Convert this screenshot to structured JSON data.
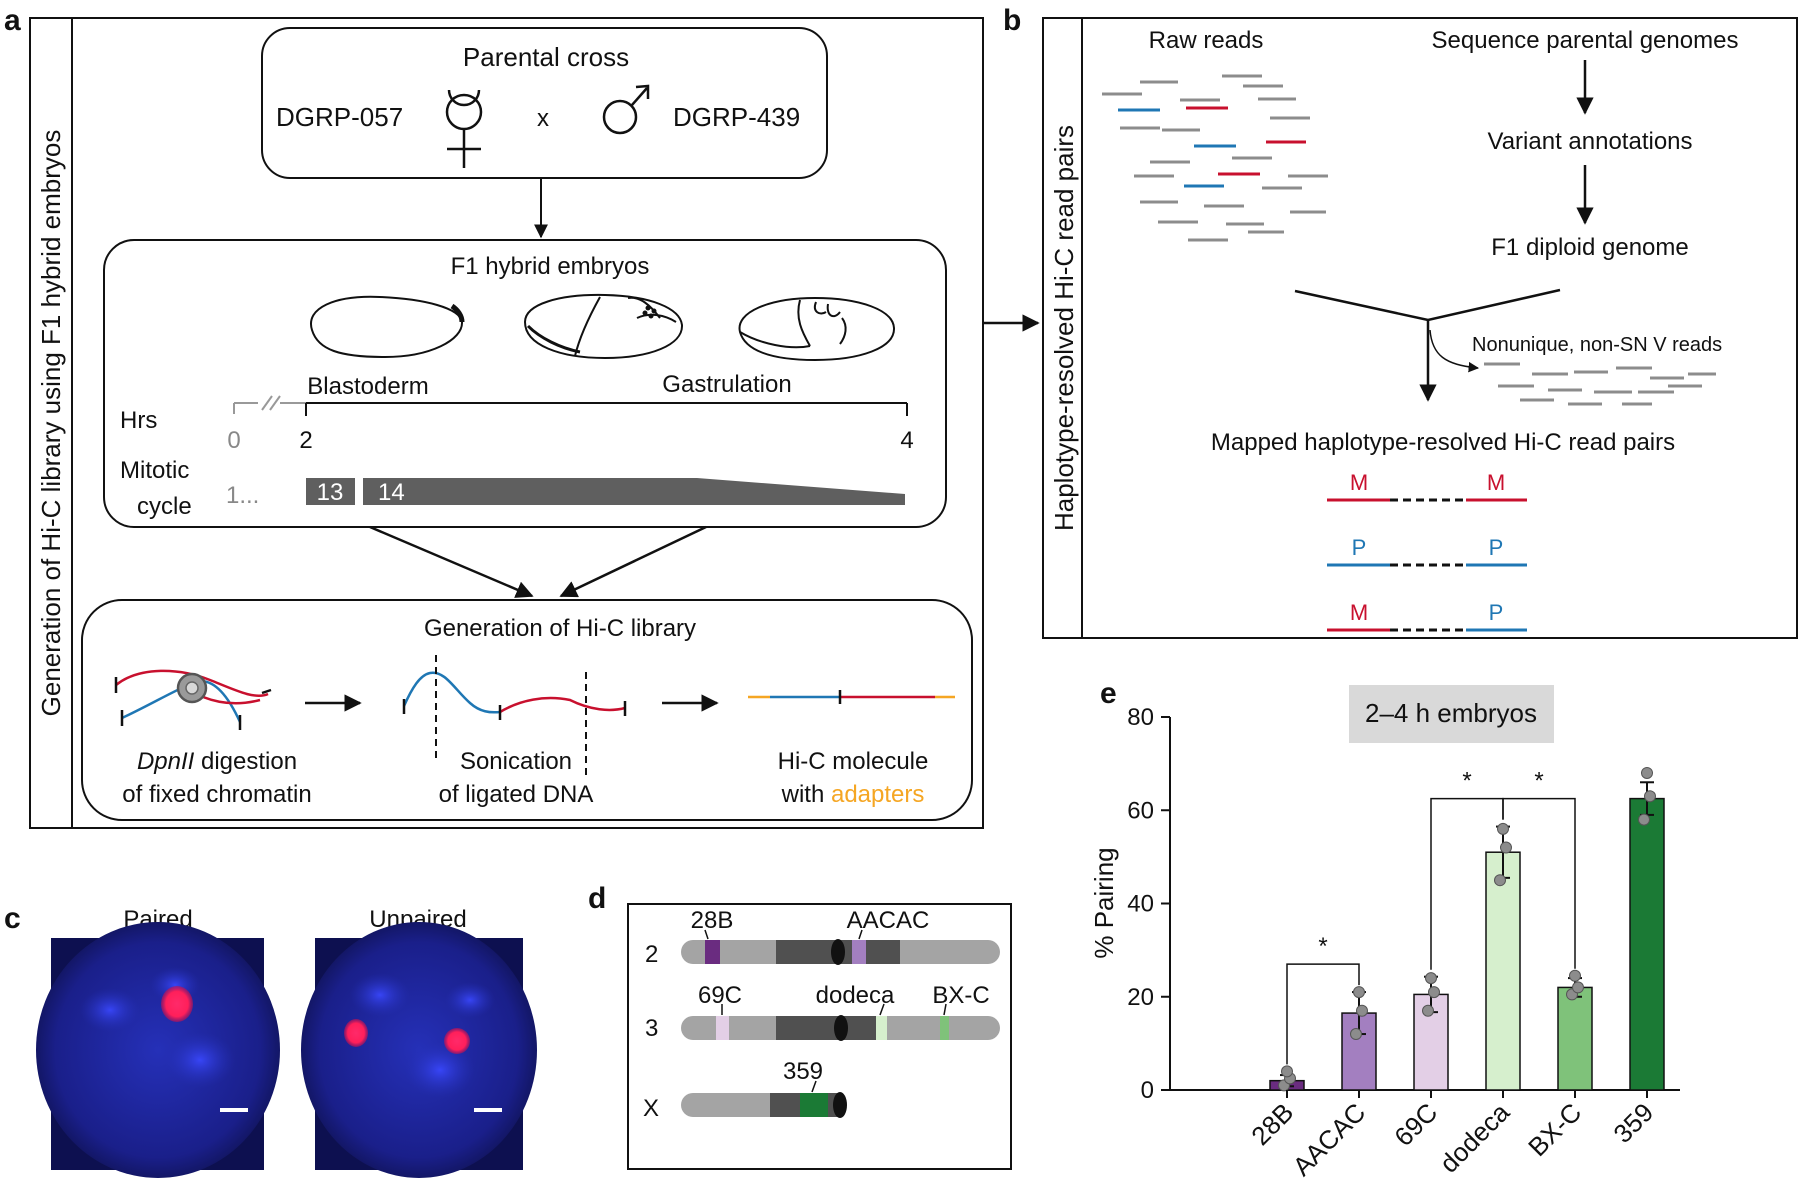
{
  "panels": {
    "a": {
      "letter": "a",
      "side_label": "Generation of Hi-C library using F1 hybrid embryos",
      "cross": {
        "title": "Parental cross",
        "female_strain": "DGRP-057",
        "times_sign": "x",
        "male_strain": "DGRP-439",
        "female_symbol": "☿",
        "male_symbol": "♂"
      },
      "embryos": {
        "title": "F1 hybrid embryos",
        "stage_blastoderm": "Blastoderm",
        "stage_gastrulation": "Gastrulation",
        "hrs_label": "Hrs",
        "tick_0": "0",
        "tick_2": "2",
        "tick_4": "4",
        "mitotic_label_1": "Mitotic",
        "mitotic_label_2": "cycle",
        "cycle_prefix": "1...",
        "cycle_13": "13",
        "cycle_14": "14"
      },
      "library": {
        "title": "Generation of Hi-C library",
        "step1_italic": "DpnII",
        "step1_rest": " digestion",
        "step1_line2": "of fixed chromatin",
        "step2_line1": "Sonication",
        "step2_line2": "of ligated DNA",
        "step3_line1": "Hi-C molecule",
        "step3_with": "with ",
        "step3_adapters": "adapters"
      }
    },
    "b": {
      "letter": "b",
      "side_label": "Haplotype-resolved Hi-C read pairs",
      "raw_reads": "Raw reads",
      "sequence": "Sequence parental genomes",
      "variants": "Variant annotations",
      "f1_genome": "F1 diploid genome",
      "nonunique": "Nonunique, non-SN V reads",
      "mapped": "Mapped haplotype-resolved Hi-C read pairs",
      "pairs": [
        {
          "left": "M",
          "right": "M"
        },
        {
          "left": "P",
          "right": "P"
        },
        {
          "left": "M",
          "right": "P"
        }
      ]
    },
    "c": {
      "letter": "c",
      "paired": "Paired",
      "unpaired": "Unpaired"
    },
    "d": {
      "letter": "d",
      "chromosomes": [
        {
          "name": "2",
          "loci": [
            "28B",
            "AACAC"
          ]
        },
        {
          "name": "3",
          "loci": [
            "69C",
            "dodeca",
            "BX-C"
          ]
        },
        {
          "name": "X",
          "loci": [
            "359"
          ]
        }
      ]
    },
    "e": {
      "letter": "e"
    }
  },
  "colors": {
    "maternal_red": "#c8102e",
    "paternal_blue": "#1f77b4",
    "adapter_orange": "#f5a623",
    "read_gray": "#8c8c8c",
    "dark_gray": "#5f5f5f",
    "purple_dark": "#6a2c80",
    "purple_mid": "#a37fc0",
    "purple_light": "#e3cfe6",
    "green_light": "#d6efcd",
    "green_mid": "#7fc27a",
    "green_dark": "#1b7a35"
  },
  "chart_data": {
    "type": "bar",
    "title": "2–4 h embryos",
    "xlabel": "",
    "ylabel": "% Pairing",
    "ylim": [
      0,
      80
    ],
    "yticks": [
      0,
      20,
      40,
      60,
      80
    ],
    "categories": [
      "28B",
      "AACAC",
      "69C",
      "dodeca",
      "BX-C",
      "359"
    ],
    "values": [
      2,
      16.5,
      20.5,
      51,
      22,
      62.5
    ],
    "errors": [
      1.2,
      4.5,
      3.8,
      5.5,
      2.0,
      3.5
    ],
    "points": [
      [
        1,
        2.5,
        4
      ],
      [
        12,
        17,
        21
      ],
      [
        17,
        21,
        24
      ],
      [
        45,
        52,
        56
      ],
      [
        20.5,
        22,
        24.5
      ],
      [
        58,
        63,
        68
      ]
    ],
    "colors": [
      "#6a2c80",
      "#a37fc0",
      "#e3cfe6",
      "#d6efcd",
      "#7fc27a",
      "#1b7a35"
    ],
    "significance": [
      {
        "from": "28B",
        "to": "AACAC",
        "label": "*"
      },
      {
        "from": "69C",
        "to": "dodeca",
        "label": "*"
      },
      {
        "from": "dodeca",
        "to": "BX-C",
        "label": "*"
      }
    ],
    "grid": false,
    "legend": "none"
  }
}
